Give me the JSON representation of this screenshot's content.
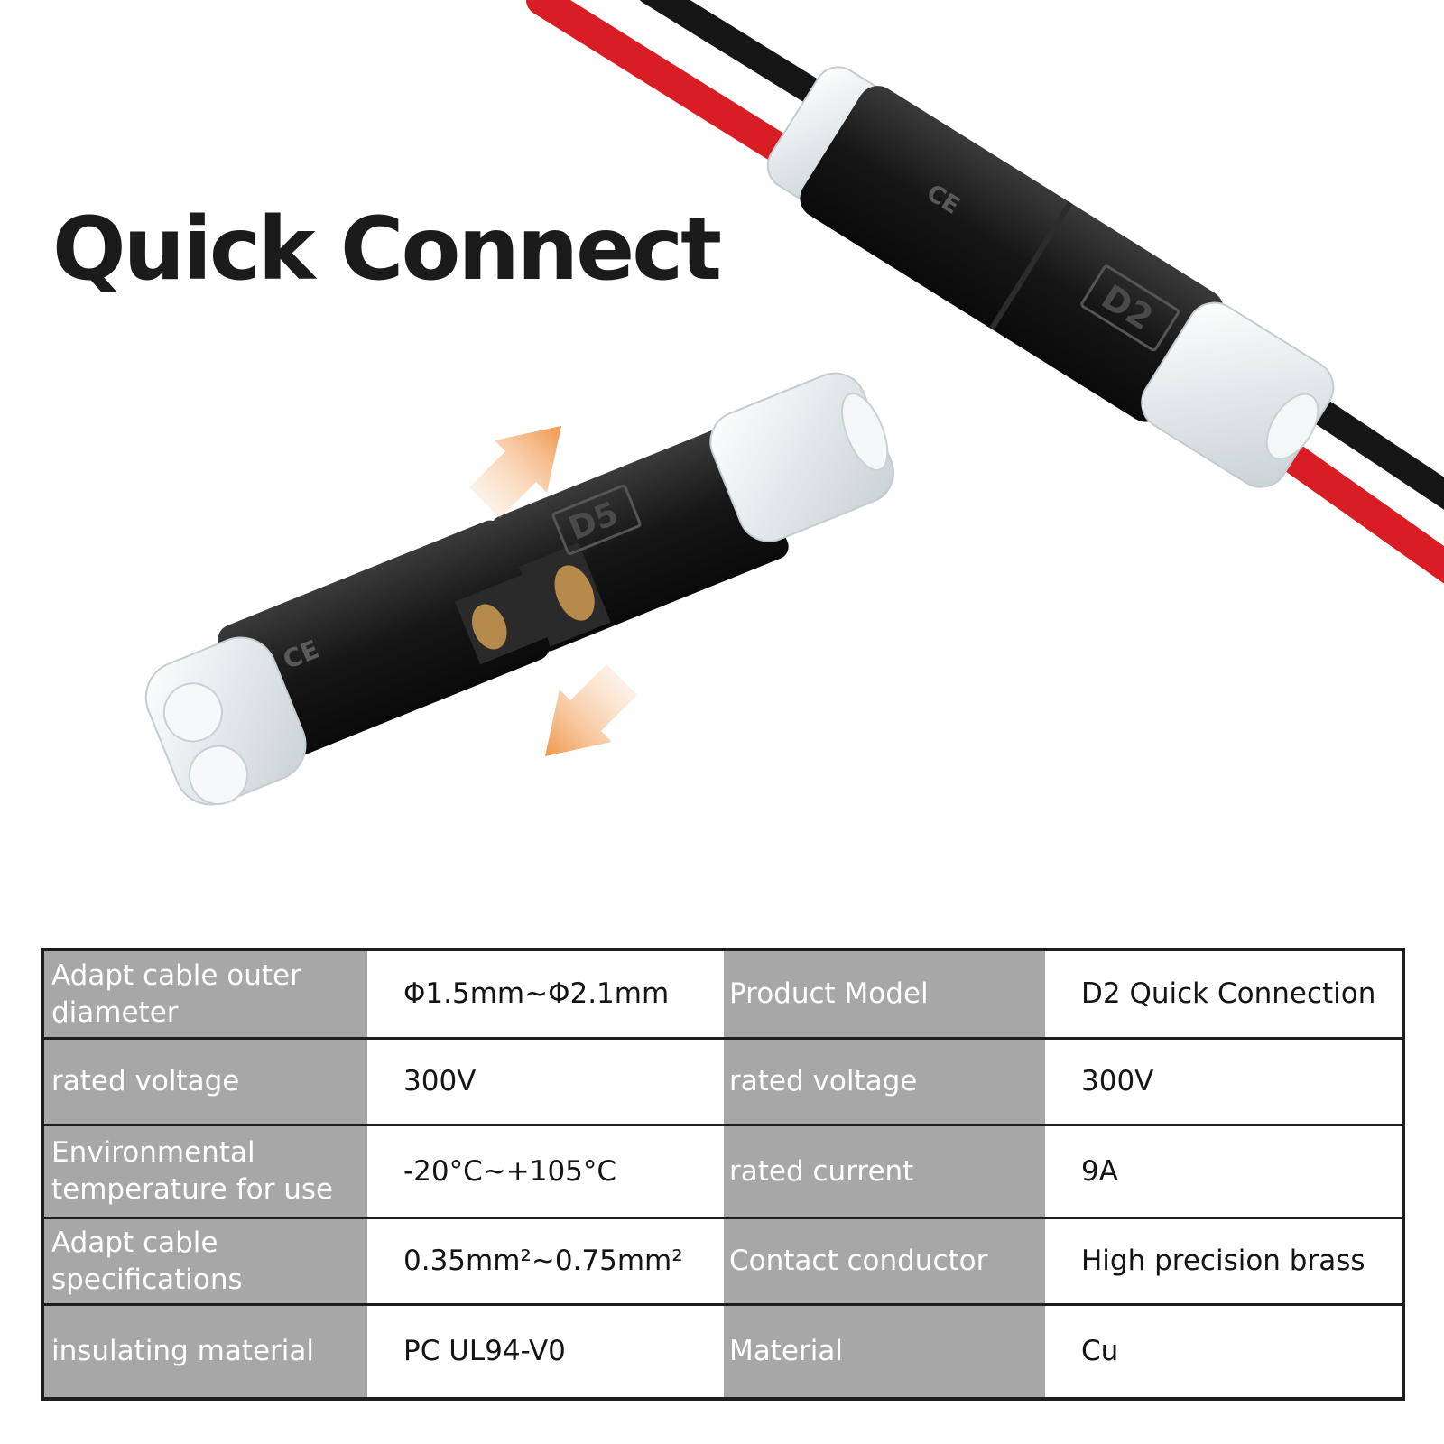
{
  "title": "Quick Connect",
  "product_markings": {
    "top_connector": "D2",
    "middle_connector": "D5"
  },
  "colors": {
    "wire_red": "#d81e24",
    "wire_black": "#161616",
    "housing": "#1c1c1c",
    "clear_cap": "#e9eef0",
    "arrow": "#f2a35c",
    "table_label_bg": "#a7a7a7",
    "table_border": "#1e1e1e"
  },
  "specs": [
    {
      "label1": "Adapt cable outer diameter",
      "value1": "Φ1.5mm~Φ2.1mm",
      "label2": "Product Model",
      "value2": "D2 Quick Connection"
    },
    {
      "label1": "rated voltage",
      "value1": "300V",
      "label2": "rated voltage",
      "value2": "300V"
    },
    {
      "label1": "Environmental temperature for use",
      "value1": "-20°C~+105°C",
      "label2": "rated current",
      "value2": "9A"
    },
    {
      "label1": "Adapt cable specifications",
      "value1": "0.35mm²~0.75mm²",
      "label2": "Contact conductor",
      "value2": "High precision brass"
    },
    {
      "label1": "insulating material",
      "value1": "PC UL94-V0",
      "label2": "Material",
      "value2": "Cu"
    }
  ]
}
